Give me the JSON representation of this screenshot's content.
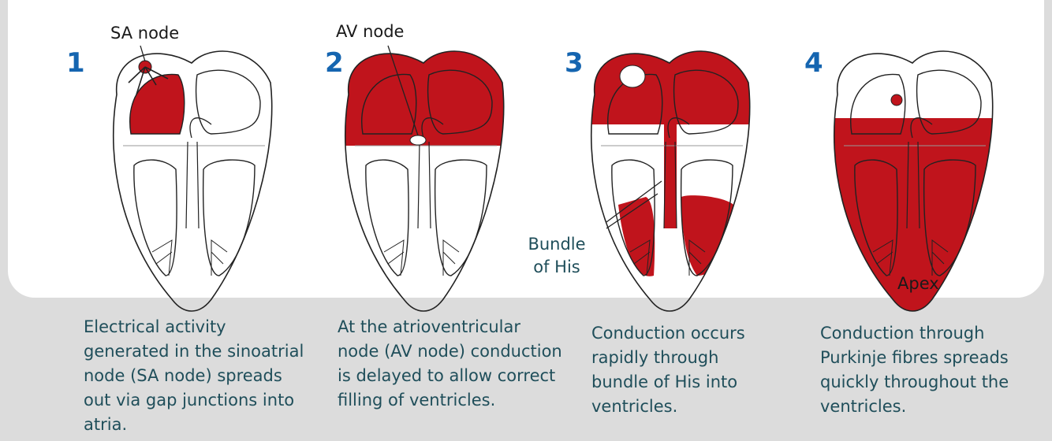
{
  "stages": [
    {
      "number": "1",
      "label": "SA node",
      "caption": "Electrical activity generated in the sinoatrial node (SA node) spreads out via gap junctions into atria."
    },
    {
      "number": "2",
      "label": "AV node",
      "caption": "At the atrioventricular node (AV node) conduction is delayed to allow correct filling of ventricles."
    },
    {
      "number": "3",
      "label": "Bundle of His",
      "caption": "Conduction occurs rapidly through bundle of His into ventricles."
    },
    {
      "number": "4",
      "label": "Apex",
      "caption": "Conduction through Purkinje fibres spreads quickly throughout the ventricles."
    }
  ],
  "colors": {
    "excited": "#c0141c",
    "number": "#1565b0",
    "caption": "#1f4e5a",
    "panel": "#ffffff",
    "background": "#dcdcdc"
  }
}
